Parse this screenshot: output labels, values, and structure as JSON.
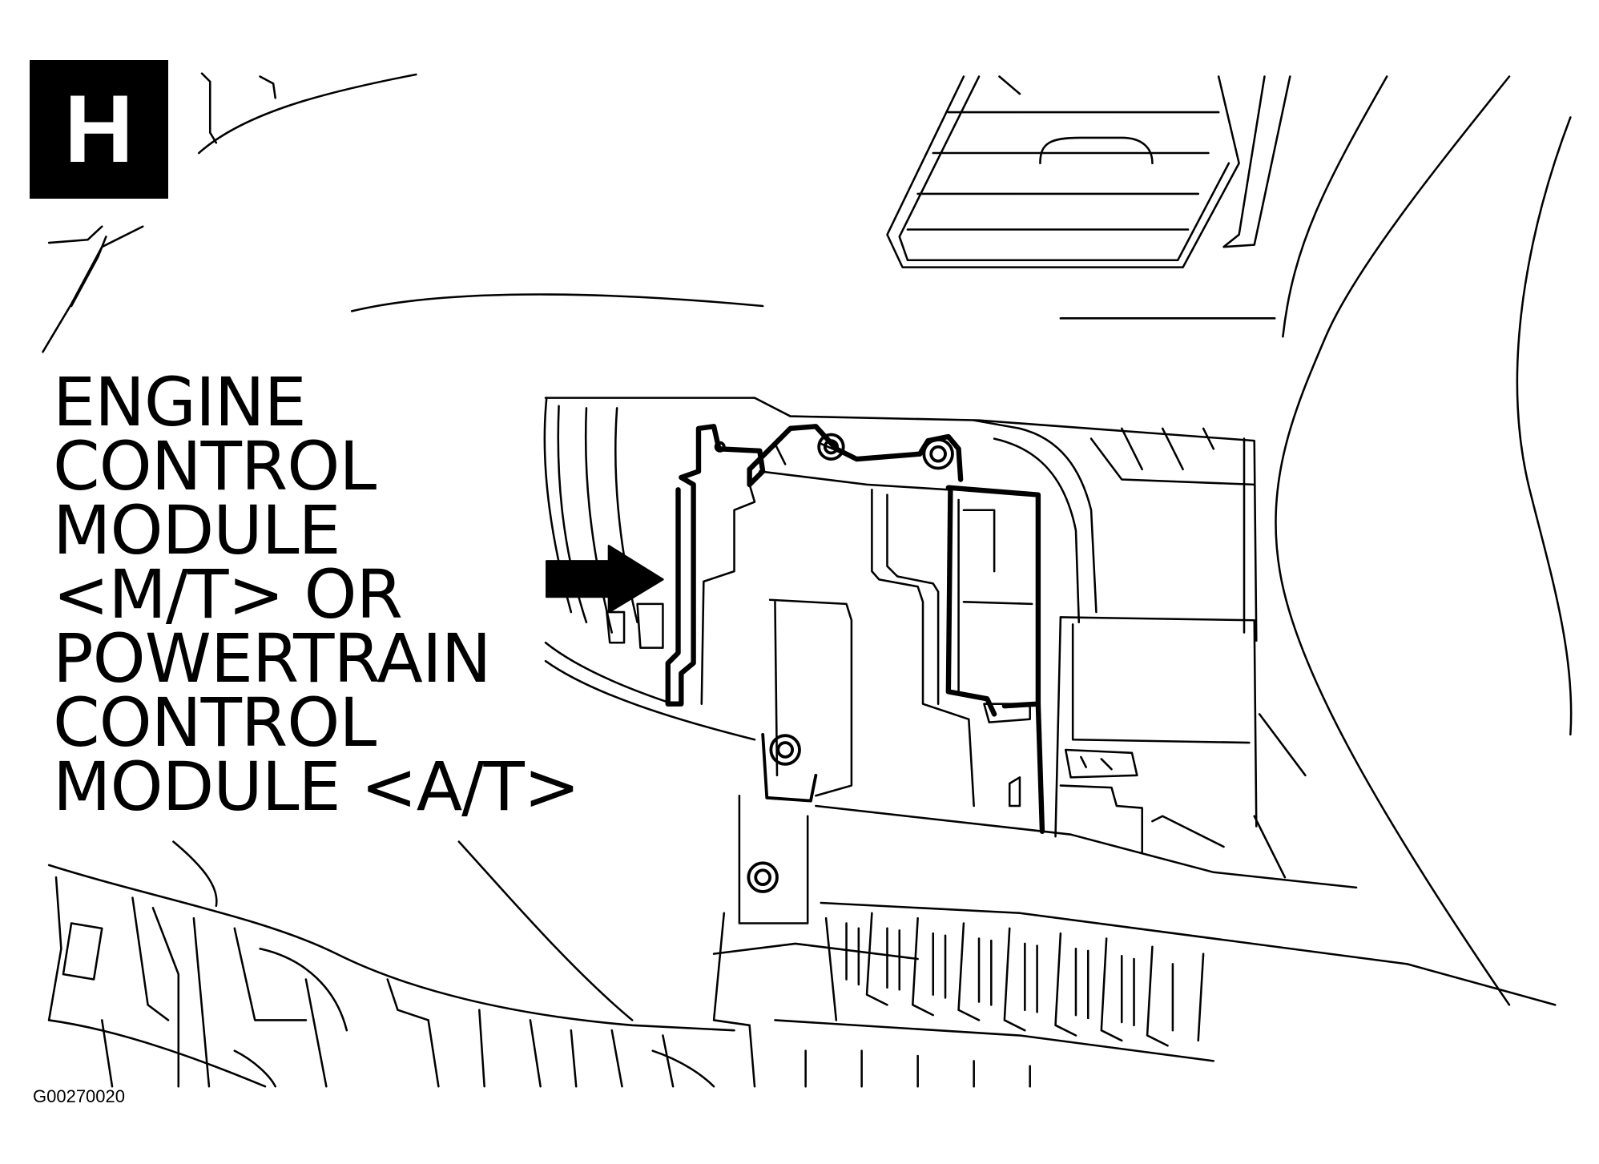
{
  "view_label": "H",
  "callout": {
    "lines": [
      "ENGINE",
      "CONTROL",
      "MODULE",
      "<M/T> OR",
      "POWERTRAIN",
      "CONTROL",
      "MODULE <A/T>"
    ]
  },
  "figure_code": "G00270020",
  "colors": {
    "ink": "#000000",
    "paper": "#ffffff"
  },
  "icons": {
    "pointer": "arrow-right-icon"
  }
}
